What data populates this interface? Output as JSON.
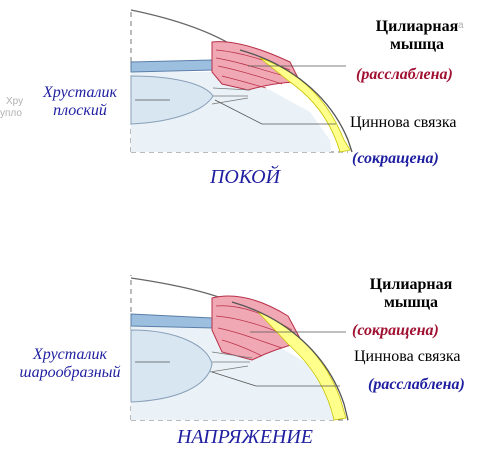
{
  "colors": {
    "blue_text": "#1e1ea0",
    "red_text": "#a01030",
    "muscle": "#f0a8b4",
    "muscle_dark": "#b83048",
    "sclera": "#ffff8c",
    "lens": "#d8e6f2",
    "cornea": "#9cbfe0"
  },
  "top": {
    "ciliary_label": "Цилиарная мышца",
    "ciliary_line1": "Цилиарная",
    "ciliary_line2": "мышца",
    "ciliary_state": "(расслаблена)",
    "lens_line1": "Хрусталик",
    "lens_line2": "плоский",
    "zonule_label": "Циннова связка",
    "zonule_state": "(сокращена)",
    "caption": "ПОКОЙ"
  },
  "bottom": {
    "ciliary_line1": "Цилиарная",
    "ciliary_line2": "мышца",
    "ciliary_state": "(сокращена)",
    "lens_line1": "Хрусталик",
    "lens_line2": "шарообразный",
    "zonule_label": "Циннова связка",
    "zonule_state": "(расслаблена)",
    "caption": "НАПРЯЖЕНИЕ"
  },
  "faint_text": {
    "left1": "Хру",
    "left2": "упло",
    "right": "а"
  }
}
